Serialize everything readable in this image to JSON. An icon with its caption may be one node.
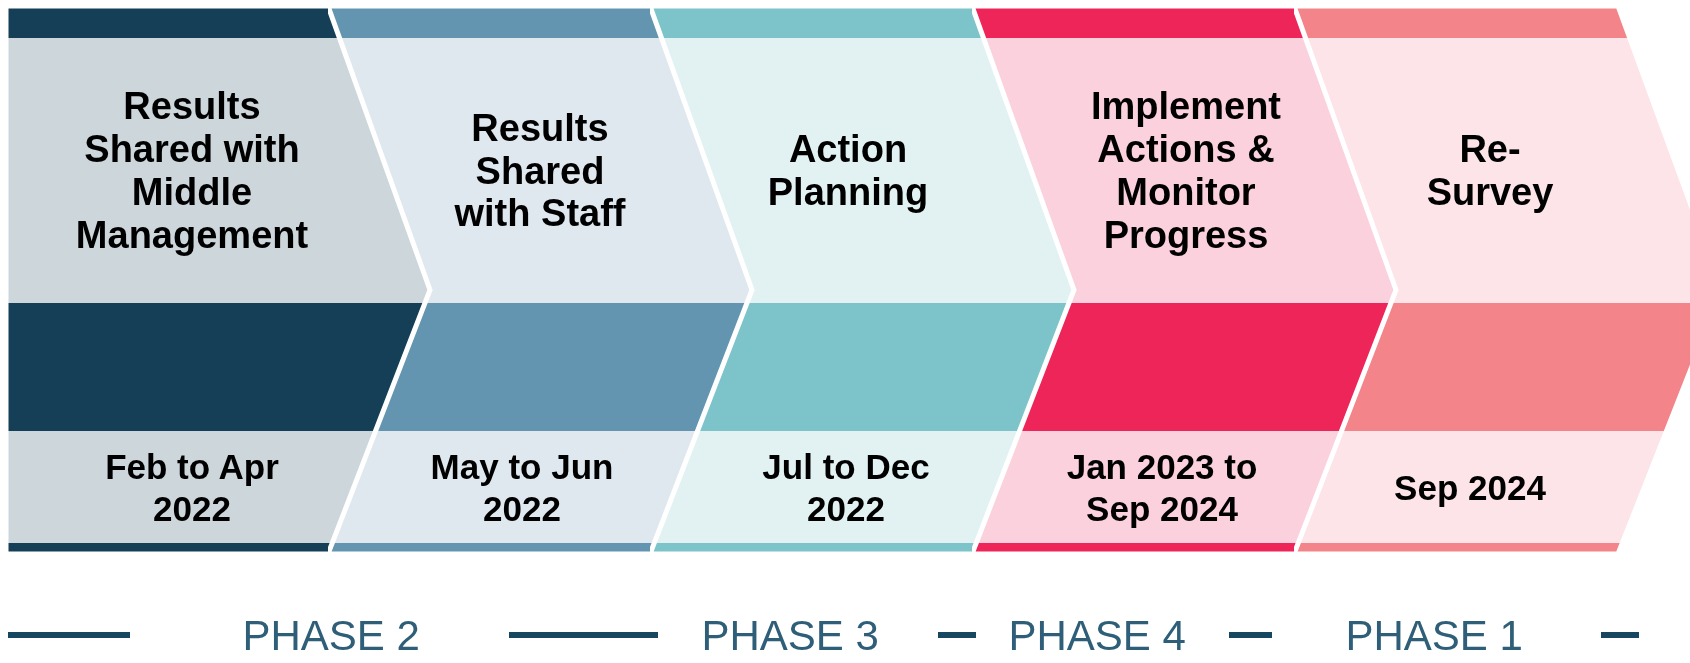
{
  "diagram": {
    "nodes": [
      {
        "text": [
          "Results Shared with Middle Management",
          "Feb to Apr 2022"
        ]
      },
      {
        "text": [
          "Results Shared with Staff",
          "May to Jun 2022"
        ]
      },
      {
        "text": [
          "Action Planning",
          "Jul to Dec 2022"
        ]
      },
      {
        "text": [
          "Implement Actions & Monitor Progress",
          "Jan 2023 to Sep 2024"
        ]
      },
      {
        "text": [
          "Re-Survey",
          "Sep 2024"
        ]
      }
    ],
    "labels": [
      "PHASE 2",
      "PHASE 3",
      "PHASE 4",
      "PHASE 1"
    ]
  }
}
